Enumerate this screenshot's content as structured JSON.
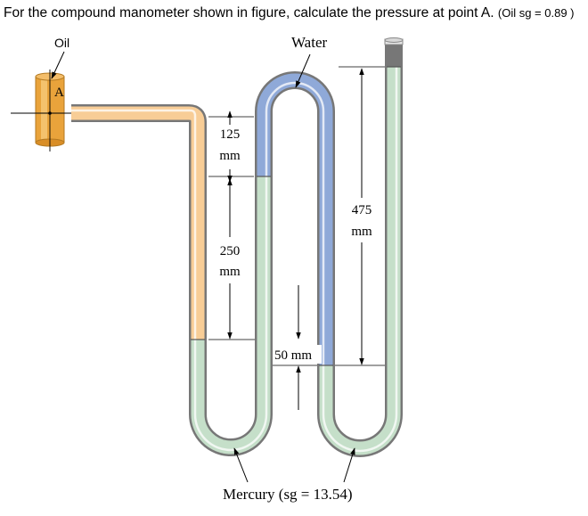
{
  "question": {
    "text": "For the compound manometer shown in figure, calculate the pressure at point A.",
    "note": "(Oil sg = 0.89 )"
  },
  "labels": {
    "oil": "Oil",
    "water": "Water",
    "point": "A",
    "mercury": "Mercury (sg = 13.54)"
  },
  "dimensions": {
    "d1_value": "125",
    "d1_unit": "mm",
    "d2_value": "250",
    "d2_unit": "mm",
    "d3_value": "475",
    "d3_unit": "mm",
    "d4": "50 mm"
  },
  "colors": {
    "oil": "#f8cd96",
    "water": "#8fa9d8",
    "mercury": "#c5dfc9",
    "pipe": "#e9a33b"
  }
}
